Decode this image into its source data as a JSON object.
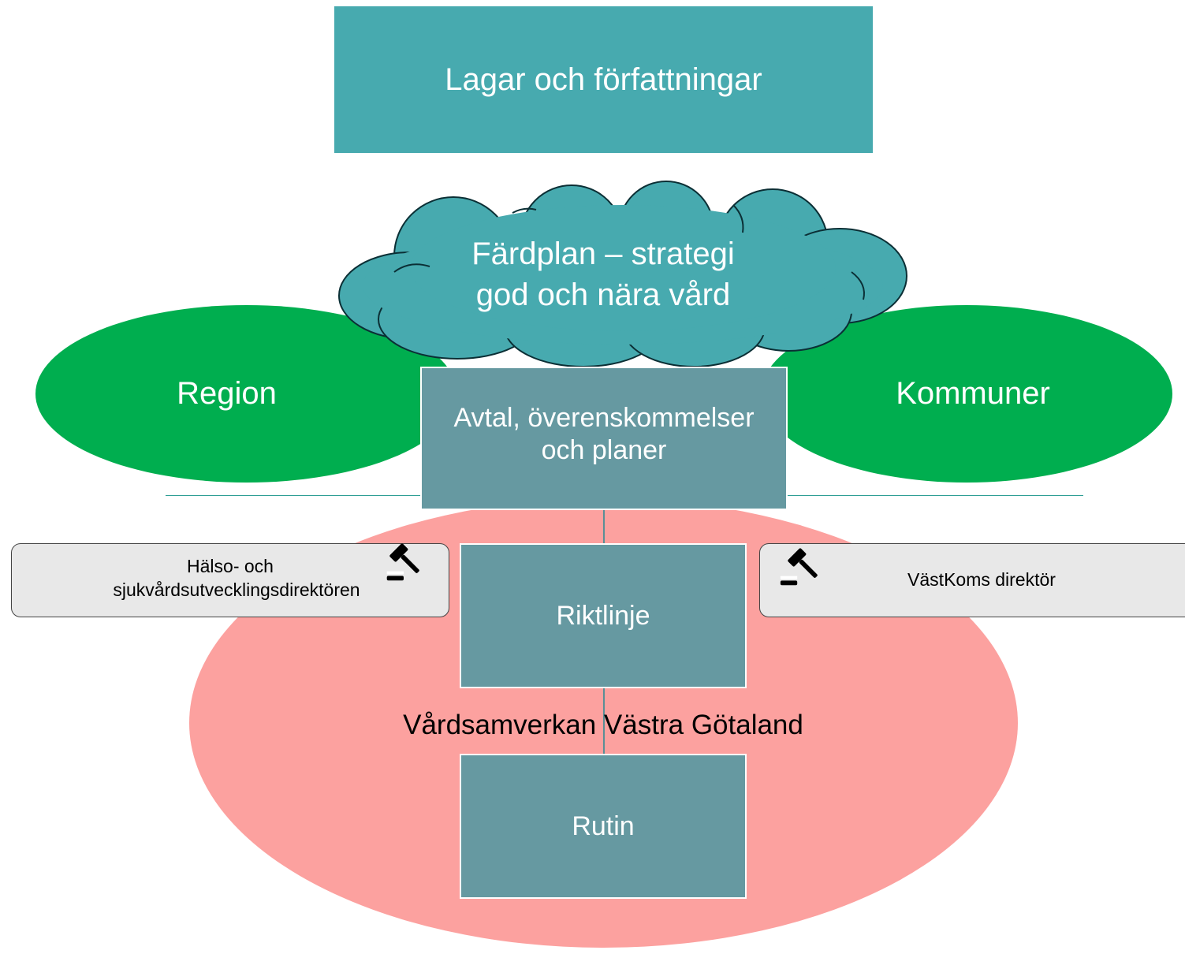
{
  "colors": {
    "teal_box": "#47aaaf",
    "green_ellipse": "#00ae4f",
    "pink_ellipse": "#fca19f",
    "dark_teal_box": "#6699a1",
    "connector_line": "#2e9f95",
    "callout_bg": "#e8e8e8"
  },
  "diagram": {
    "laws": "Lagar och författningar",
    "cloud_line1": "Färdplan – strategi",
    "cloud_line2": "god och nära vård",
    "region": "Region",
    "kommuner": "Kommuner",
    "agreements_line1": "Avtal, överenskommelser",
    "agreements_line2": "och planer",
    "guideline": "Riktlinje",
    "routine": "Rutin",
    "vgr_label": "Vårdsamverkan Västra Götaland",
    "callout_left_line1": "Hälso- och",
    "callout_left_line2": "sjukvårdsutvecklingsdirektören",
    "callout_right": "VästKoms direktör"
  },
  "icons": {
    "left": "gavel-icon",
    "right": "gavel-icon"
  }
}
